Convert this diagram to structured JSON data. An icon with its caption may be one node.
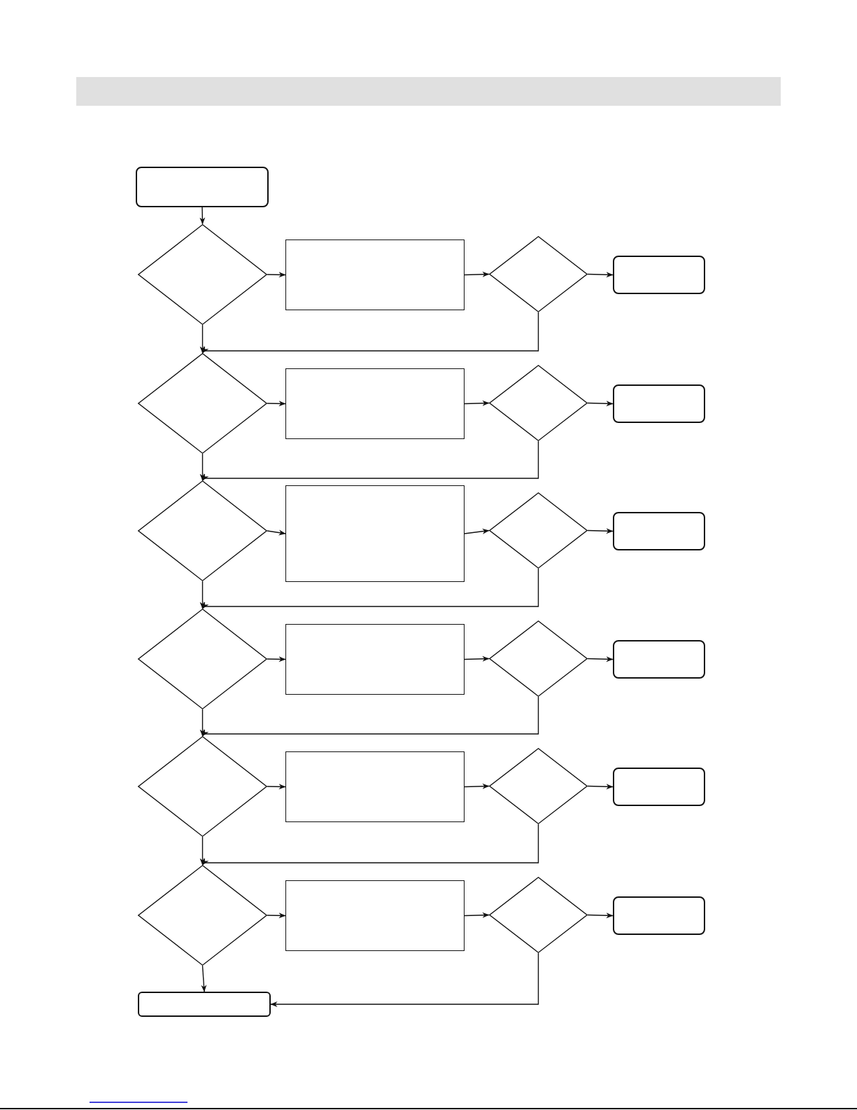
{
  "diagram": {
    "nodes": [
      {
        "text": [],
        "shape": "box"
      },
      {
        "text": [],
        "shape": "diamond"
      },
      {
        "text": [],
        "shape": "box"
      },
      {
        "text": [],
        "shape": "diamond"
      },
      {
        "text": [],
        "shape": "box"
      },
      {
        "text": [],
        "shape": "diamond"
      },
      {
        "text": [],
        "shape": "box"
      },
      {
        "text": [],
        "shape": "diamond"
      },
      {
        "text": [],
        "shape": "box"
      },
      {
        "text": [],
        "shape": "diamond"
      },
      {
        "text": [],
        "shape": "box"
      },
      {
        "text": [],
        "shape": "diamond"
      },
      {
        "text": [],
        "shape": "box"
      },
      {
        "text": [],
        "shape": "diamond"
      },
      {
        "text": [],
        "shape": "box"
      },
      {
        "text": [],
        "shape": "diamond"
      },
      {
        "text": [],
        "shape": "box"
      },
      {
        "text": [],
        "shape": "diamond"
      },
      {
        "text": [],
        "shape": "box"
      },
      {
        "text": [],
        "shape": "diamond"
      },
      {
        "text": [],
        "shape": "box"
      },
      {
        "text": [],
        "shape": "diamond"
      },
      {
        "text": [],
        "shape": "box"
      },
      {
        "text": [],
        "shape": "diamond"
      },
      {
        "text": [],
        "shape": "box"
      },
      {
        "text": [],
        "shape": "box"
      }
    ],
    "edges": [
      {
        "from": 0,
        "to": 1,
        "arrow": "to"
      },
      {
        "from": 1,
        "to": 2,
        "arrow": "to"
      },
      {
        "from": 2,
        "to": 3,
        "arrow": "to"
      },
      {
        "from": 3,
        "to": 4,
        "arrow": "to"
      },
      {
        "from": 1,
        "to": 5,
        "arrow": "to"
      },
      {
        "from": 3,
        "to": 5,
        "arrow": "to"
      },
      {
        "from": 5,
        "to": 6,
        "arrow": "to"
      },
      {
        "from": 6,
        "to": 7,
        "arrow": "to"
      },
      {
        "from": 7,
        "to": 8,
        "arrow": "to"
      },
      {
        "from": 5,
        "to": 9,
        "arrow": "to"
      },
      {
        "from": 7,
        "to": 9,
        "arrow": "to"
      },
      {
        "from": 9,
        "to": 10,
        "arrow": "to"
      },
      {
        "from": 10,
        "to": 11,
        "arrow": "to"
      },
      {
        "from": 11,
        "to": 12,
        "arrow": "to"
      },
      {
        "from": 9,
        "to": 13,
        "arrow": "to"
      },
      {
        "from": 11,
        "to": 13,
        "arrow": "to"
      },
      {
        "from": 13,
        "to": 14,
        "arrow": "to"
      },
      {
        "from": 14,
        "to": 15,
        "arrow": "to"
      },
      {
        "from": 15,
        "to": 16,
        "arrow": "to"
      },
      {
        "from": 13,
        "to": 17,
        "arrow": "to"
      },
      {
        "from": 15,
        "to": 17,
        "arrow": "to"
      },
      {
        "from": 17,
        "to": 18,
        "arrow": "to"
      },
      {
        "from": 18,
        "to": 19,
        "arrow": "to"
      },
      {
        "from": 19,
        "to": 20,
        "arrow": "to"
      },
      {
        "from": 17,
        "to": 21,
        "arrow": "to"
      },
      {
        "from": 19,
        "to": 21,
        "arrow": "to"
      },
      {
        "from": 21,
        "to": 22,
        "arrow": "to"
      },
      {
        "from": 22,
        "to": 23,
        "arrow": "to"
      },
      {
        "from": 23,
        "to": 24,
        "arrow": "to"
      },
      {
        "from": 21,
        "to": 25,
        "arrow": "to"
      },
      {
        "from": 23,
        "to": 25,
        "arrow": "to"
      }
    ]
  }
}
